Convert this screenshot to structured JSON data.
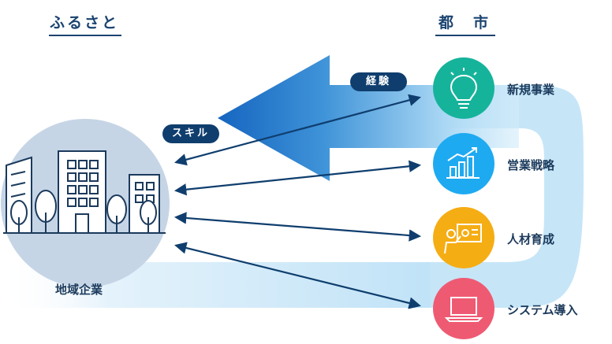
{
  "headings": {
    "left": "ふるさと",
    "right": "都　市"
  },
  "company_label": "地域企業",
  "pills": {
    "experience": "経験",
    "skill": "スキル"
  },
  "items": [
    {
      "label": "新規事業",
      "icon": "lightbulb-icon",
      "color": "#16b39b"
    },
    {
      "label": "営業戦略",
      "icon": "growth-chart-icon",
      "color": "#1eaaf1"
    },
    {
      "label": "人材育成",
      "icon": "presentation-icon",
      "color": "#f5ad14"
    },
    {
      "label": "システム導入",
      "icon": "laptop-icon",
      "color": "#ef5a73"
    }
  ],
  "colors": {
    "navy": "#1b4370",
    "arrow_dark": "#0f3e6e",
    "flow_light": "#cbe7f7",
    "flow_mid": "#9fd3f2",
    "circle": "#c6d5e6"
  }
}
